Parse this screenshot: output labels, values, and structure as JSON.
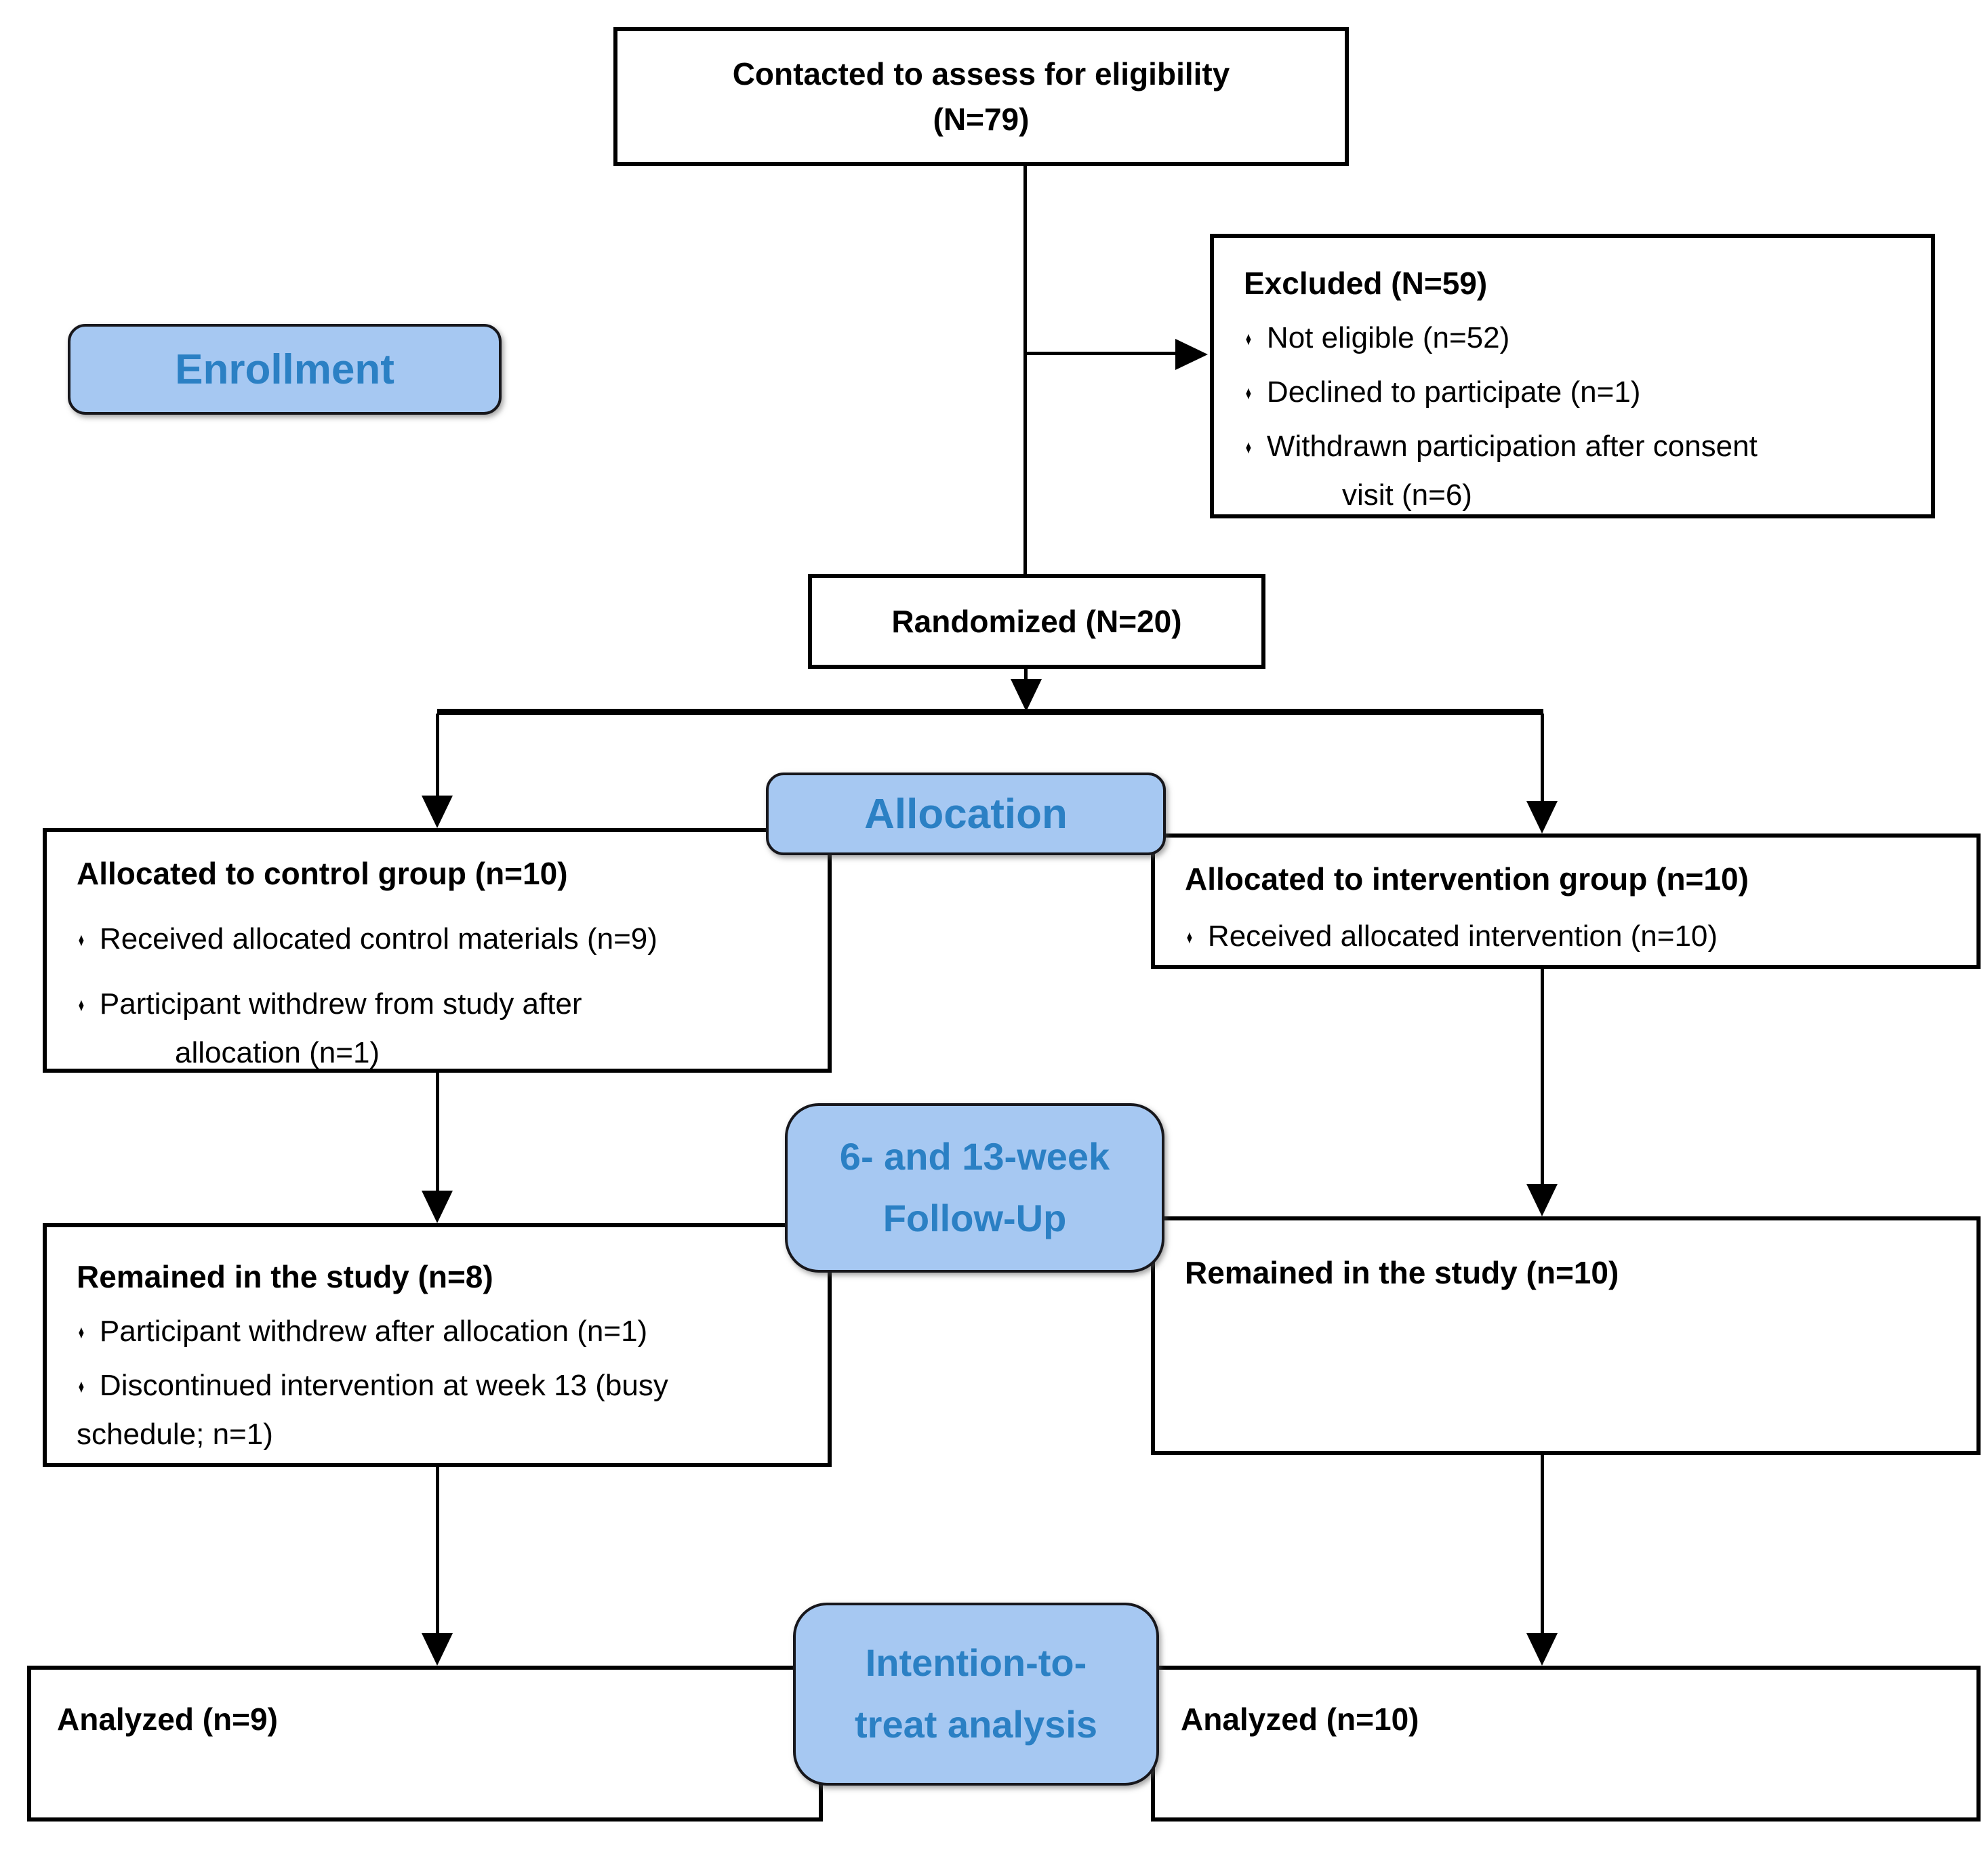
{
  "flow": {
    "eligibility": {
      "line1": "Contacted to assess for eligibility",
      "line2": "(N=79)"
    },
    "excluded": {
      "title": "Excluded (N=59)",
      "item1": "Not eligible (n=52)",
      "item2": "Declined to participate (n=1)",
      "item3": "Withdrawn participation after consent",
      "item3_cont": "visit (n=6)"
    },
    "randomized": {
      "label": "Randomized (N=20)"
    },
    "stages": {
      "enrollment": "Enrollment",
      "allocation": "Allocation",
      "followup_line1": "6- and 13-week",
      "followup_line2": "Follow-Up",
      "itt_line1": "Intention-to-",
      "itt_line2": "treat analysis"
    },
    "control": {
      "allocated_title": "Allocated to control group (n=10)",
      "allocated_item1": "Received allocated control materials (n=9)",
      "allocated_item2": "Participant withdrew from study after",
      "allocated_item2_cont": "allocation (n=1)",
      "followup_title": "Remained in the study (n=8)",
      "followup_item1": "Participant withdrew after allocation (n=1)",
      "followup_item2": "Discontinued intervention at week 13 (busy",
      "followup_item2_cont": "schedule; n=1)",
      "analyzed": "Analyzed (n=9)"
    },
    "intervention": {
      "allocated_title": "Allocated to intervention group (n=10)",
      "allocated_item1": "Received allocated intervention (n=10)",
      "followup_title": "Remained in the study (n=10)",
      "analyzed": "Analyzed (n=10)"
    },
    "icons": {
      "bullet_icon": "diamond-bullet"
    },
    "colors": {
      "stage_pill_fill": "#a6c8f2",
      "stage_pill_text": "#2b80c4",
      "box_border": "#000000",
      "connector": "#000000",
      "text": "#000000"
    }
  }
}
